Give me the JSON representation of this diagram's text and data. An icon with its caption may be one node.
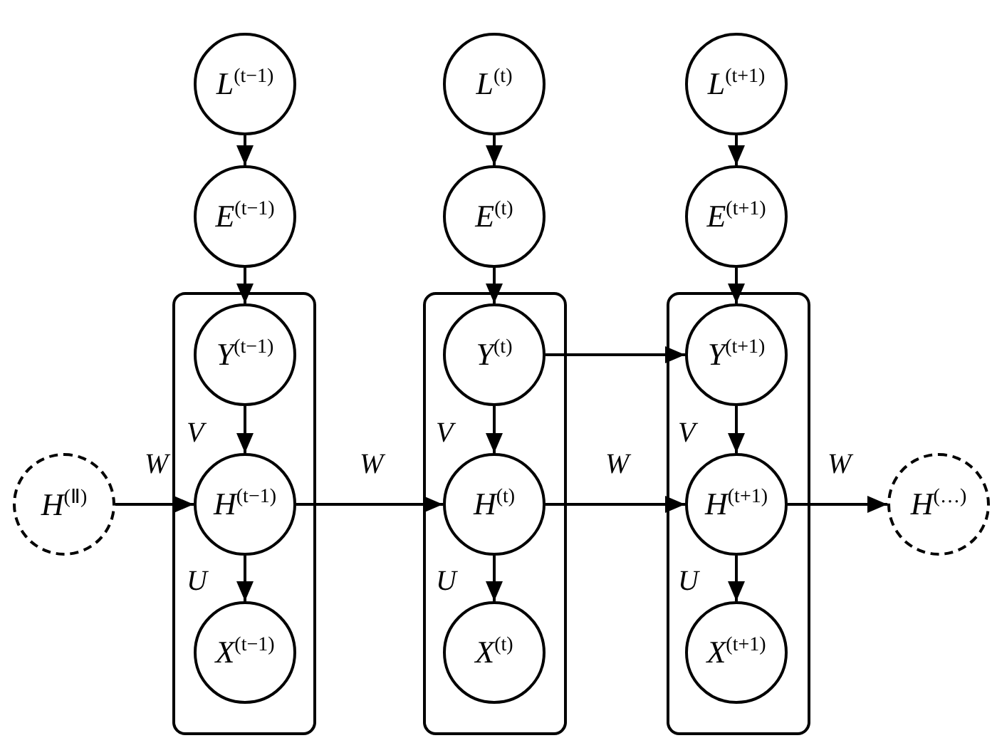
{
  "diagram": {
    "nodes": [
      {
        "text": [
          "*L*$^{(t−1)}$"
        ]
      },
      {
        "text": [
          "*L*$^{(t)}$"
        ]
      },
      {
        "text": [
          "*L*$^{(t+1)}$"
        ]
      },
      {
        "text": [
          "*E*$^{(t−1)}$"
        ]
      },
      {
        "text": [
          "*E*$^{(t)}$"
        ]
      },
      {
        "text": [
          "*E*$^{(t+1)}$"
        ]
      },
      {
        "text": [],
        "shape": "box"
      },
      {
        "text": [
          "*Y*$^{(t−1)}$"
        ],
        "in": 6
      },
      {
        "text": [
          "*H*$^{(t−1)}$"
        ],
        "in": 6
      },
      {
        "text": [
          "*X*$^{(t−1)}$"
        ],
        "in": 6
      },
      {
        "text": [],
        "shape": "box"
      },
      {
        "text": [
          "*Y*$^{(t)}$"
        ],
        "in": 10
      },
      {
        "text": [
          "*H*$^{(t)}$"
        ],
        "in": 10
      },
      {
        "text": [
          "*X*$^{(t)}$"
        ],
        "in": 10
      },
      {
        "text": [],
        "shape": "box"
      },
      {
        "text": [
          "*Y*$^{(t+1)}$"
        ],
        "in": 14
      },
      {
        "text": [
          "*H*$^{(t+1)}$"
        ],
        "in": 14
      },
      {
        "text": [
          "*X*$^{(t+1)}$"
        ],
        "in": 14
      },
      {
        "text": [
          "*H*$^{(Ⅱ)}$"
        ]
      },
      {
        "text": [
          "*H*$^{(…)}$"
        ]
      }
    ],
    "edges": [
      {
        "from": 0,
        "to": 3,
        "arrow": "to"
      },
      {
        "from": 1,
        "to": 4,
        "arrow": "to"
      },
      {
        "from": 2,
        "to": 5,
        "arrow": "to"
      },
      {
        "from": 3,
        "to": 7,
        "arrow": "to"
      },
      {
        "from": 4,
        "to": 11,
        "arrow": "to"
      },
      {
        "from": 5,
        "to": 15,
        "arrow": "to"
      },
      {
        "from": 7,
        "to": 8,
        "arrow": "to",
        "label": "*V*"
      },
      {
        "from": 11,
        "to": 12,
        "arrow": "to",
        "label": "*V*"
      },
      {
        "from": 15,
        "to": 16,
        "arrow": "to",
        "label": "*V*"
      },
      {
        "from": 8,
        "to": 9,
        "arrow": "to",
        "label": "*U*"
      },
      {
        "from": 12,
        "to": 13,
        "arrow": "to",
        "label": "*U*"
      },
      {
        "from": 16,
        "to": 17,
        "arrow": "to",
        "label": "*U*"
      },
      {
        "from": 11,
        "to": 15,
        "arrow": "to"
      },
      {
        "from": 18,
        "to": 8,
        "arrow": "to",
        "label": "*W*"
      },
      {
        "from": 8,
        "to": 12,
        "arrow": "to",
        "label": "*W*"
      },
      {
        "from": 12,
        "to": 16,
        "arrow": "to",
        "label": "*W*"
      },
      {
        "from": 16,
        "to": 19,
        "arrow": "to",
        "label": "*W*"
      }
    ]
  }
}
